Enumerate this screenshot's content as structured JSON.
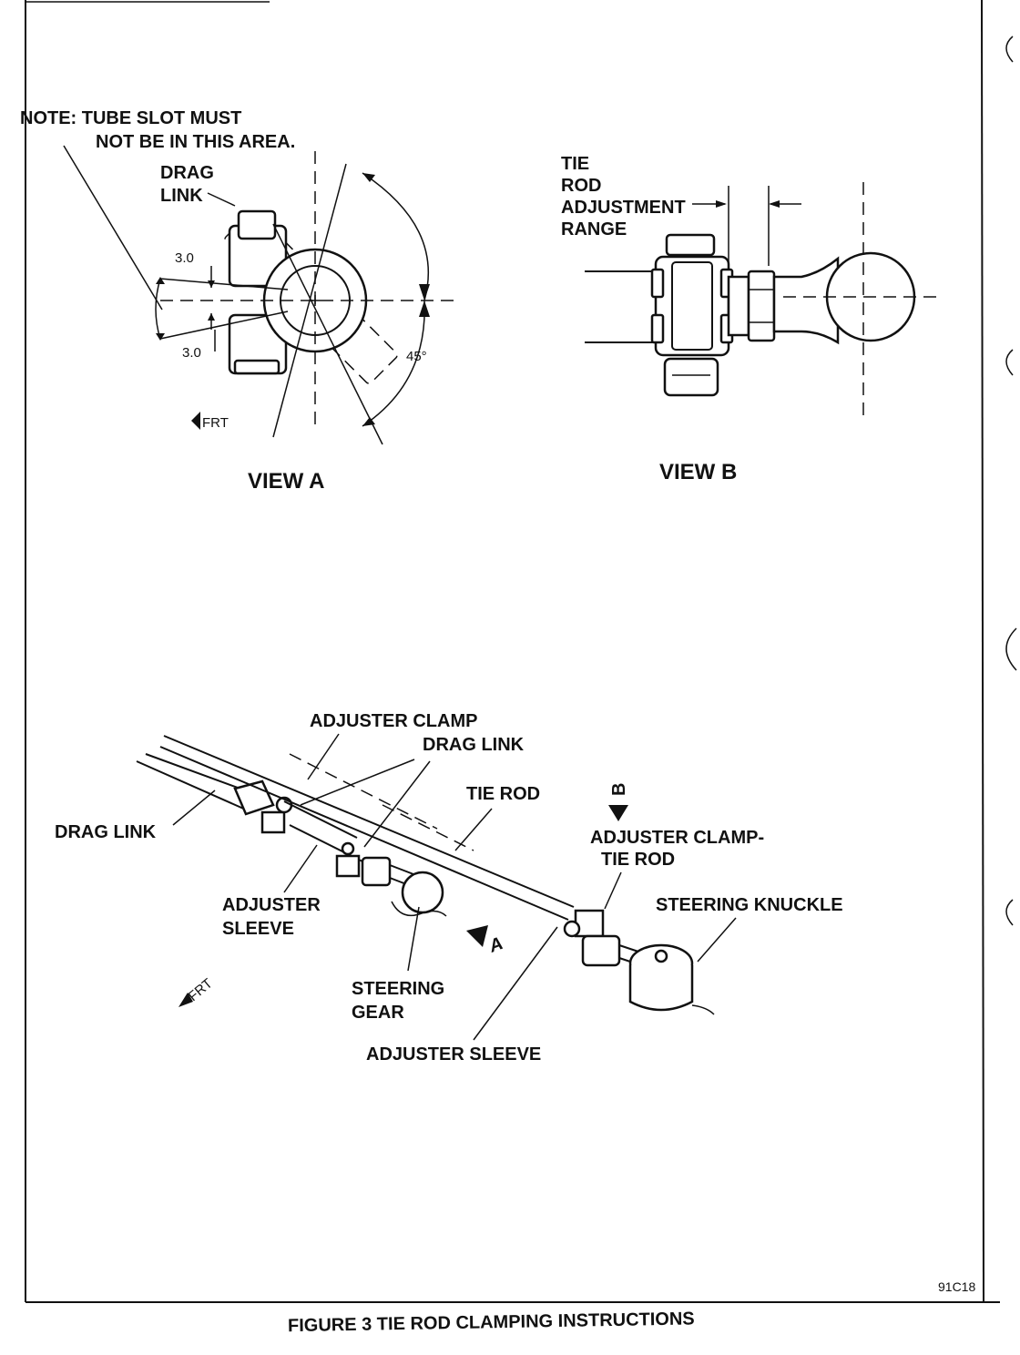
{
  "view_a": {
    "note_line1": "NOTE: TUBE SLOT MUST",
    "note_line2": "NOT BE IN THIS AREA.",
    "drag_link_line1": "DRAG",
    "drag_link_line2": "LINK",
    "dim_top": "3.0",
    "dim_bottom": "3.0",
    "angle": "45°",
    "frt": "FRT",
    "title": "VIEW A"
  },
  "view_b": {
    "label_line1": "TIE",
    "label_line2": "ROD",
    "label_line3": "ADJUSTMENT",
    "label_line4": "RANGE",
    "title": "VIEW B"
  },
  "assembly": {
    "adjuster_clamp": "ADJUSTER CLAMP",
    "drag_link_top": "DRAG LINK",
    "tie_rod": "TIE ROD",
    "drag_link_left": "DRAG LINK",
    "arrow_b": "B",
    "adjuster_clamp_tie_rod_line1": "ADJUSTER CLAMP-",
    "adjuster_clamp_tie_rod_line2": "TIE ROD",
    "steering_knuckle": "STEERING KNUCKLE",
    "adjuster_sleeve_left_line1": "ADJUSTER",
    "adjuster_sleeve_left_line2": "SLEEVE",
    "arrow_a": "A",
    "steering_gear_line1": "STEERING",
    "steering_gear_line2": "GEAR",
    "frt": "FRT",
    "adjuster_sleeve_bottom": "ADJUSTER SLEEVE"
  },
  "figure_code": "91C18",
  "caption": "FIGURE 3 TIE ROD CLAMPING INSTRUCTIONS"
}
